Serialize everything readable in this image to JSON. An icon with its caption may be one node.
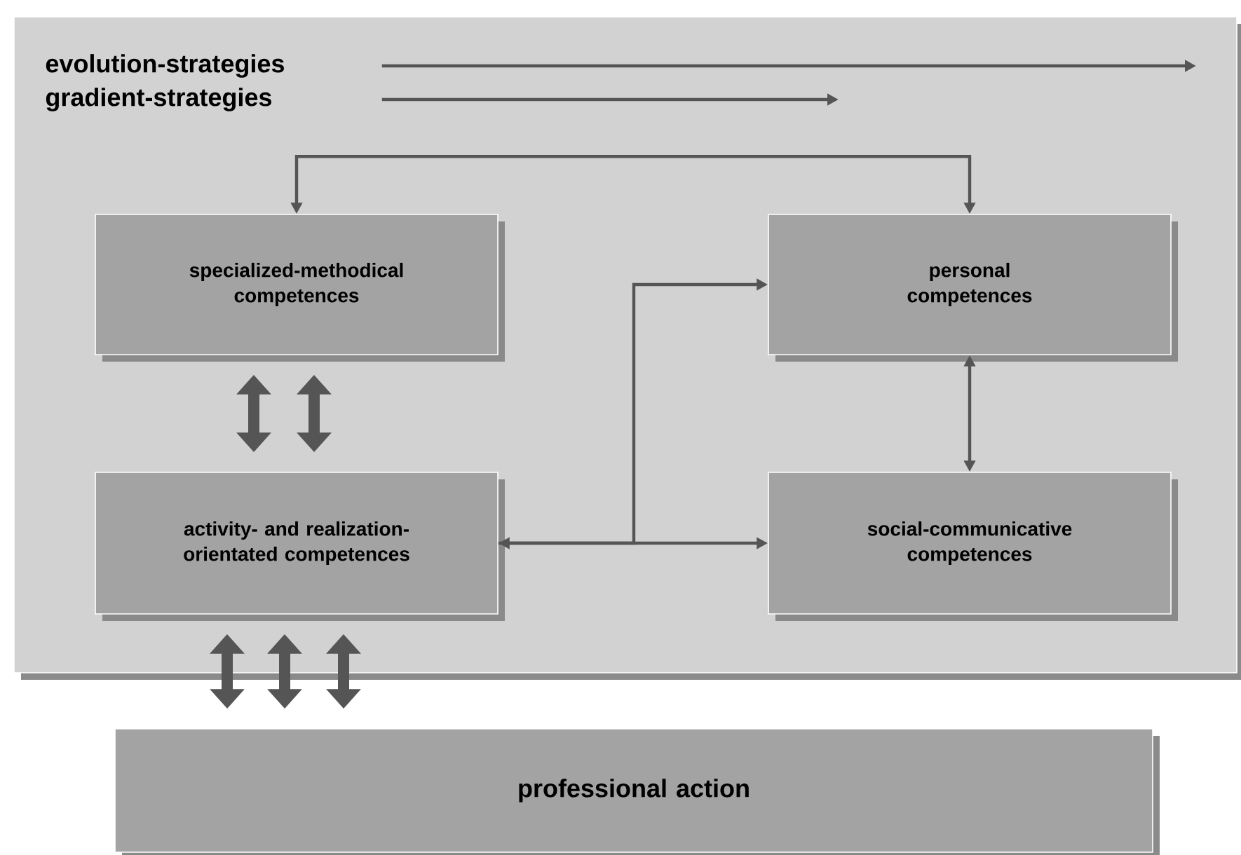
{
  "diagram": {
    "nodes": [
      {
        "text": [],
        "shape": "box"
      },
      {
        "text": [
          "evolution-strategies"
        ],
        "in": 0
      },
      {
        "text": [
          "gradient-strategies"
        ],
        "in": 0
      },
      {
        "text": [
          "specialized-methodical competences"
        ],
        "in": 0
      },
      {
        "text": [
          "personal competences"
        ],
        "in": 0
      },
      {
        "text": [
          "activity- and realization-orientated competences"
        ],
        "in": 0
      },
      {
        "text": [
          "social-communicative competences"
        ],
        "in": 0
      },
      {
        "text": [
          "professional action"
        ]
      }
    ],
    "edges": [
      {
        "from": 1,
        "to": null,
        "arrow": "to"
      },
      {
        "from": 2,
        "to": null,
        "arrow": "to"
      },
      {
        "from": 3,
        "to": 4,
        "arrow": "both"
      },
      {
        "from": 5,
        "to": 4,
        "arrow": "both"
      },
      {
        "from": 5,
        "to": 6,
        "arrow": "to"
      },
      {
        "from": 4,
        "to": 6,
        "arrow": "both"
      },
      {
        "from": 3,
        "to": 5,
        "arrow": "both",
        "style": "thick"
      },
      {
        "from": 3,
        "to": 5,
        "arrow": "both",
        "style": "thick"
      },
      {
        "from": 5,
        "to": 7,
        "arrow": "both",
        "style": "thick"
      },
      {
        "from": 5,
        "to": 7,
        "arrow": "both",
        "style": "thick"
      },
      {
        "from": 5,
        "to": 7,
        "arrow": "both",
        "style": "thick"
      }
    ]
  }
}
